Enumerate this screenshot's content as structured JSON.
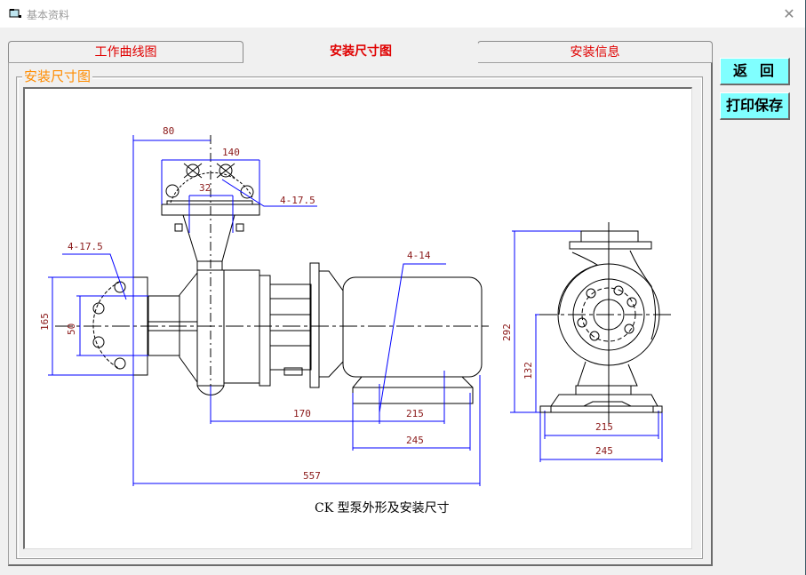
{
  "window": {
    "title": "基本资料",
    "title_icon": "folder-icon",
    "close_icon": "close-icon",
    "close_glyph": "✕"
  },
  "tabs": [
    {
      "label": "工作曲线图",
      "active": false
    },
    {
      "label": "安装尺寸图",
      "active": true
    },
    {
      "label": "安装信息",
      "active": false
    }
  ],
  "panel": {
    "group_label": "安装尺寸图"
  },
  "buttons": {
    "back": "返回",
    "print_save": "打印保存"
  },
  "drawing": {
    "caption": "CK 型泵外形及安装尺寸",
    "line_color": "#000000",
    "dimension_color": "#0000ff",
    "dimension_text_color": "#8b1a1a",
    "dimensions": {
      "top_offset": "80",
      "outlet_flange_width": "140",
      "outlet_bore": "32",
      "outlet_bolts": "4-17.5",
      "inlet_bolts": "4-17.5",
      "inlet_flange_height": "165",
      "inlet_bore": "50",
      "motor_bolts": "4-14",
      "pump_to_base": "170",
      "base_bolt_span": "215",
      "base_width": "245",
      "overall_length": "557",
      "side_total_height": "292",
      "side_center_height": "132",
      "side_bolt_span": "215",
      "side_base_width": "245"
    }
  }
}
